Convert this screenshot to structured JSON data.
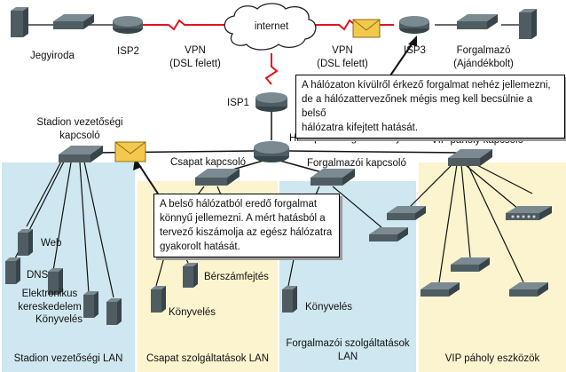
{
  "zones": {
    "stadium_lan": "Stadion vezetőségi LAN",
    "team_lan": "Csapat szolgáltatások LAN",
    "vendor_lan_line1": "Forgalmazói szolgáltatások",
    "vendor_lan_line2": "LAN",
    "vip_devices": "VIP páholy eszközök"
  },
  "labels": {
    "ticket_office": "Jegyiroda",
    "isp2": "ISP2",
    "vpn_left_line1": "VPN",
    "vpn_left_line2": "(DSL felett)",
    "internet": "internet",
    "vpn_right_line1": "VPN",
    "vpn_right_line2": "(DSL felett)",
    "isp3": "ISP3",
    "vendor_line1": "Forgalmazó",
    "vendor_line2": "(Ajándékbolt)",
    "isp1": "ISP1",
    "stadium_switch_line1": "Stadion vezetőségi",
    "stadium_switch_line2": "kapcsoló",
    "edge_router": "Határponti forgalomirányító",
    "team_switch": "Csapat kapcsoló",
    "vendor_switch": "Forgalmazói kapcsoló",
    "vip_switch": "VIP páholy kapcsoló",
    "web": "Web",
    "dns": "DNS",
    "ecommerce_line1": "Elektronikus",
    "ecommerce_line2": "kereskedelem",
    "accounting_stadium": "Könyvelés",
    "payroll": "Bérszámfejtés",
    "accounting_team": "Könyvelés",
    "accounting_vendor": "Könyvelés"
  },
  "callouts": {
    "external_lines": [
      "A hálózaton kívülről érkező forgalmat nehéz jellemezni,",
      "de a hálózattervezőnek mégis meg kell becsülnie a belső",
      "hálózatra kifejtett hatását."
    ],
    "internal_lines": [
      "A belső hálózatból eredő forgalmat",
      "könnyű jellemezni. A mért hatásból a",
      "tervező kiszámolja az egész hálózatra",
      "gyakorolt hatását."
    ]
  },
  "colors": {
    "stadium_zone": "#cfe7f0",
    "team_zone": "#fbf4cf",
    "vendor_zone": "#cfe7f0",
    "vip_zone": "#fbf4cf",
    "vpn_link": "#e0141e",
    "device_body": "#4f5d63",
    "envelope": "#f2c94c"
  }
}
